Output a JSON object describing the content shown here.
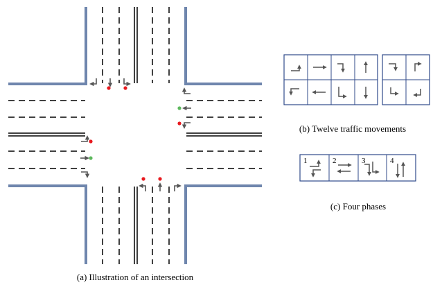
{
  "captions": {
    "intersection": "(a) Illustration of an intersection",
    "movements": "(b) Twelve traffic movements",
    "phases": "(c) Four phases"
  },
  "phase_numbers": [
    "1",
    "2",
    "3",
    "4"
  ],
  "colors": {
    "curb": "#6f86ad",
    "lane_line": "#000000",
    "arrow": "#555555",
    "grid_border": "#2f4a8a",
    "signal_red": "#e8191e",
    "signal_green": "#5cb85c"
  },
  "signals": {
    "north_left": "red",
    "north_through": "red",
    "east_through": "green",
    "east_left": "red",
    "west_left": "red",
    "west_through": "green",
    "south_left": "red",
    "south_through": "red"
  },
  "movements_left_group": [
    [
      "left-turn",
      "through",
      "right-turn",
      "through"
    ],
    [
      "left-turn",
      "through",
      "right-turn",
      "through"
    ]
  ],
  "movements_right_group": [
    [
      "right-turn",
      "left-turn"
    ],
    [
      "left-turn",
      "right-turn"
    ]
  ]
}
